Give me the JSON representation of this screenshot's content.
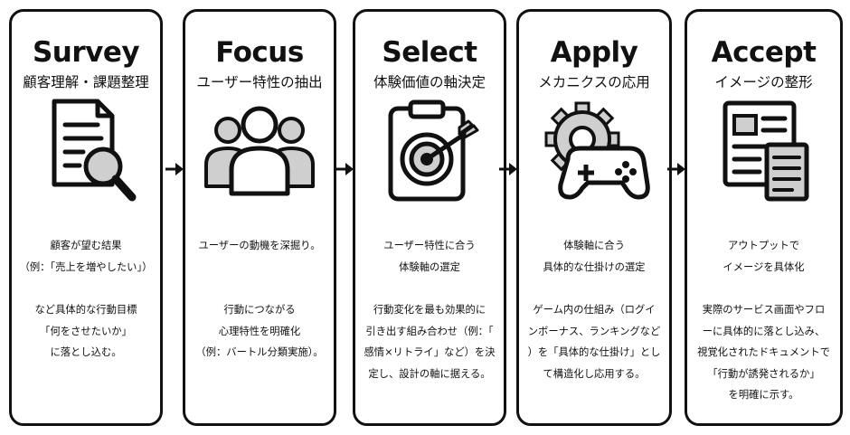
{
  "stages": [
    {
      "title": "Survey",
      "subtitle": "顧客理解・課題整理",
      "icon": "document-magnifier-icon",
      "body1": "顧客が望む結果\n（例：「売上を増やしたい」）",
      "body2": "など具体的な行動目標\n「何をさせたいか」\nに落とし込む。"
    },
    {
      "title": "Focus",
      "subtitle": "ユーザー特性の抽出",
      "icon": "user-group-icon",
      "body1": "ユーザーの動機を深掘り。",
      "body2": "行動につながる\n心理特性を明確化\n（例：バートル分類実施）。"
    },
    {
      "title": "Select",
      "subtitle": "体験価値の軸決定",
      "icon": "clipboard-target-icon",
      "body1": "ユーザー特性に合う\n体験軸の選定",
      "body2": "行動変化を最も効果的に\n引き出す組み合わせ（例：「\n感情×リトライ」など）を決\n定し、設計の軸に据える。"
    },
    {
      "title": "Apply",
      "subtitle": "メカニクスの応用",
      "icon": "gear-gamepad-icon",
      "body1": "体験軸に合う\n具体的な仕掛けの選定",
      "body2": "ゲーム内の仕組み（ログイ\nンボーナス、ランキングなど\n）を「具体的な仕掛け」とし\nて構造化し応用する。"
    },
    {
      "title": "Accept",
      "subtitle": "イメージの整形",
      "icon": "layout-documents-icon",
      "body1": "アウトプットで\nイメージを具体化",
      "body2": "実際のサービス画面やフロ\nーに具体的に落とし込み、\n視覚化されたドキュメントで\n「行動が誘発されるか」\nを明確に示す。"
    }
  ],
  "arrow_icon": "right-arrow-icon"
}
